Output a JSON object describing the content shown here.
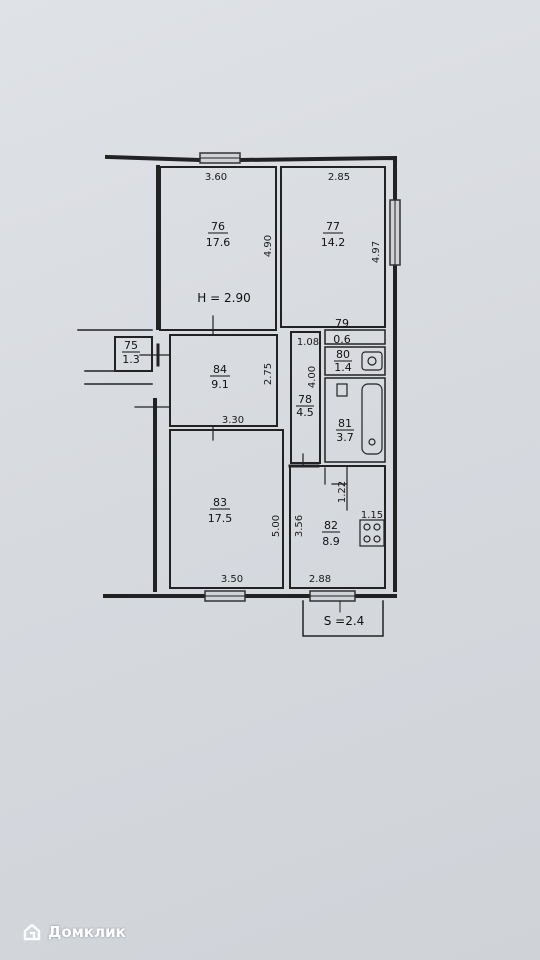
{
  "plan": {
    "ceiling_height": "H = 2.90",
    "balcony": "S =2.4",
    "rooms": [
      {
        "id": "room-76",
        "number": "76",
        "area": "17.6"
      },
      {
        "id": "room-77",
        "number": "77",
        "area": "14.2"
      },
      {
        "id": "room-75",
        "number": "75",
        "area": "1.3"
      },
      {
        "id": "room-84",
        "number": "84",
        "area": "9.1"
      },
      {
        "id": "room-78",
        "number": "78",
        "area": "4.5"
      },
      {
        "id": "room-79",
        "number": "79",
        "area": "0.6"
      },
      {
        "id": "room-80",
        "number": "80",
        "area": "1.4"
      },
      {
        "id": "room-81",
        "number": "81",
        "area": "3.7"
      },
      {
        "id": "room-83",
        "number": "83",
        "area": "17.5"
      },
      {
        "id": "room-82",
        "number": "82",
        "area": "8.9"
      }
    ],
    "dimensions": {
      "d360": "3.60",
      "d285": "2.85",
      "d490": "4.90",
      "d497": "4.97",
      "d108": "1.08",
      "d275": "2.75",
      "d400": "4.00",
      "d330": "3.30",
      "d122": "1.22",
      "d115": "1.15",
      "d356": "3.56",
      "d500": "5.00",
      "d350": "3.50",
      "d288": "2.88"
    }
  },
  "watermark": {
    "text": "Домклик",
    "icon": "domclick-house-icon"
  }
}
